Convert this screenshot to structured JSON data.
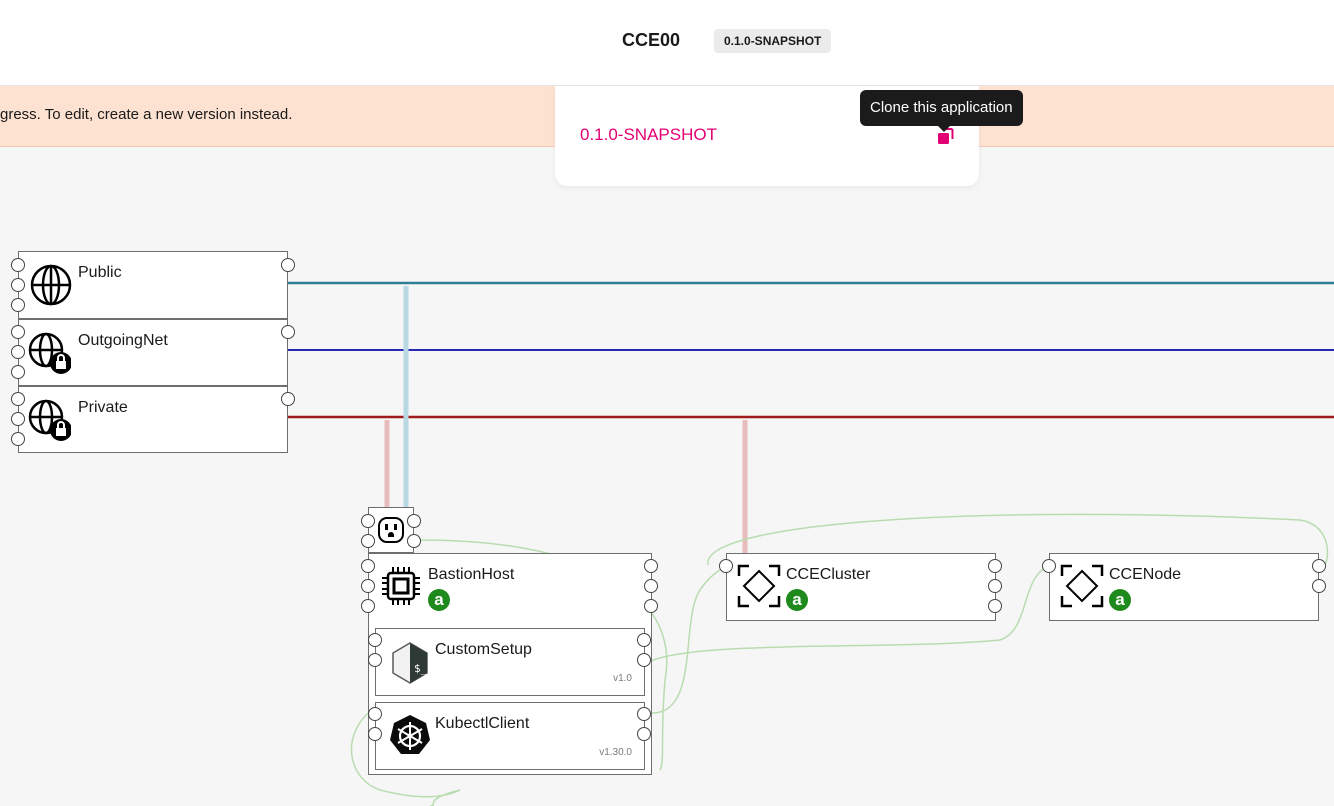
{
  "header": {
    "app_title": "CCE00",
    "version_badge": "0.1.0-SNAPSHOT"
  },
  "banner": {
    "text": "gress. To edit, create a new version instead."
  },
  "dropdown": {
    "version": "0.1.0-SNAPSHOT",
    "clone_icon": "copy-icon"
  },
  "tooltip": {
    "text": "Clone this application"
  },
  "colors": {
    "accent": "#e20074",
    "public_net": "#2f7f96",
    "outgoing_net": "#2828b4",
    "private_net": "#a01a1a",
    "status_green": "#1e8a1e"
  },
  "networks": [
    {
      "label": "Public",
      "icon": "globe-icon"
    },
    {
      "label": "OutgoingNet",
      "icon": "globe-lock-icon"
    },
    {
      "label": "Private",
      "icon": "globe-lock-icon"
    }
  ],
  "nodes": {
    "bastion": {
      "label": "BastionHost",
      "icon": "cpu-chip-icon",
      "badge": "a"
    },
    "custom_setup": {
      "label": "CustomSetup",
      "icon": "bash-script-icon",
      "version": "v1.0"
    },
    "kubectl": {
      "label": "KubectlClient",
      "icon": "kubernetes-icon",
      "version": "v1.30.0"
    },
    "cce_cluster": {
      "label": "CCECluster",
      "icon": "diamond-frame-icon",
      "badge": "a"
    },
    "cce_node": {
      "label": "CCENode",
      "icon": "diamond-frame-icon",
      "badge": "a"
    }
  }
}
